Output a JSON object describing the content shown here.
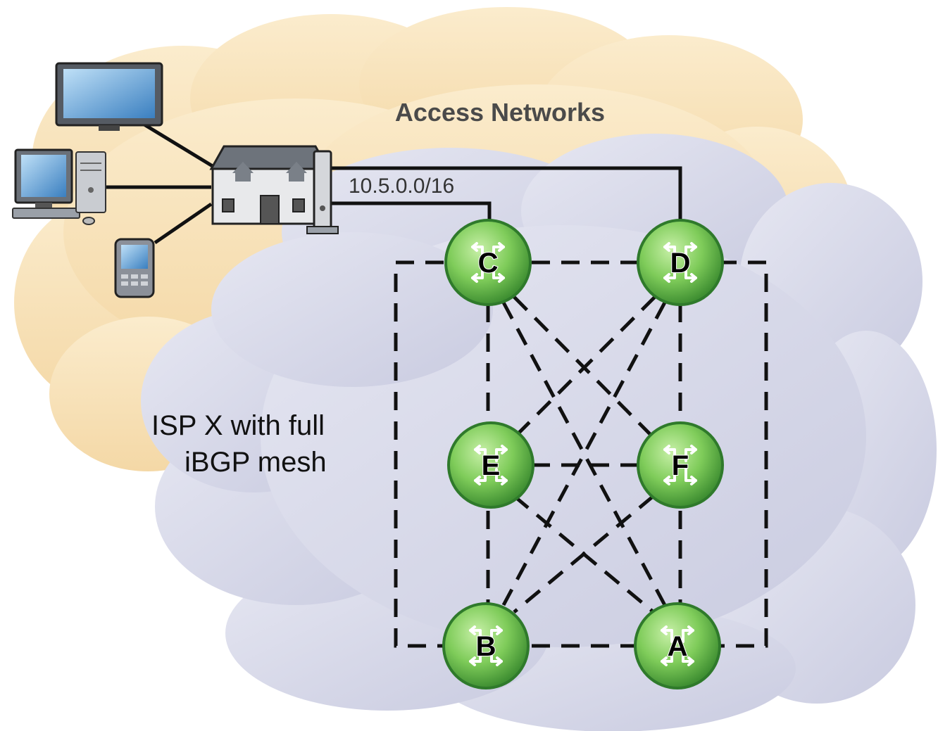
{
  "labels": {
    "access_networks": "Access Networks",
    "subnet": "10.5.0.0/16",
    "isp_line1": "ISP X with full",
    "isp_line2": "iBGP mesh"
  },
  "routers": {
    "c": "C",
    "d": "D",
    "e": "E",
    "f": "F",
    "b": "B",
    "a": "A"
  },
  "colors": {
    "access_cloud": "#f7dfb4",
    "isp_cloud": "#d6d8ea",
    "router_green": "#7fcc5a",
    "router_dark": "#2f7a2b",
    "line": "#111111",
    "screen_blue": "#4f93cf"
  },
  "icons": [
    "monitor-icon",
    "desktop-computer-icon",
    "pda-icon",
    "home-gateway-icon",
    "router-icon"
  ]
}
